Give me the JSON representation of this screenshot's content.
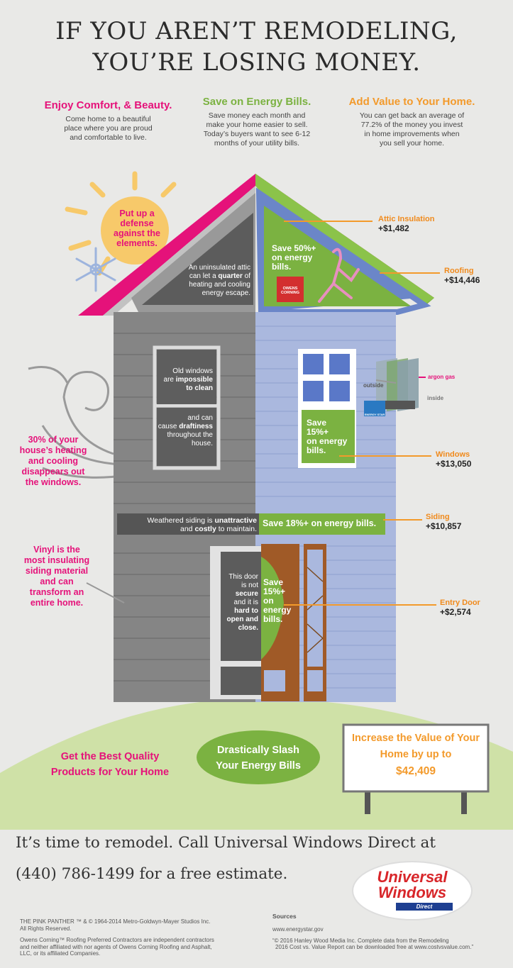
{
  "header": {
    "line1": "IF YOU AREN’T REMODELING,",
    "line2": "YOU’RE LOSING MONEY."
  },
  "columns": [
    {
      "title": "Enjoy Comfort, & Beauty.",
      "text": [
        "Come home to a beautiful",
        "place where you are proud",
        "and comfortable to live."
      ]
    },
    {
      "title": "Save on Energy Bills.",
      "text": [
        "Save money each month and",
        "make your home easier to sell.",
        "Today’s buyers want to see 6-12",
        "months of your utility bills."
      ]
    },
    {
      "title": "Add Value to Your Home.",
      "text": [
        "You can get back an average of",
        "77.2% of the money you invest",
        "in home improvements when",
        "you sell your home."
      ]
    }
  ],
  "sun_text": [
    "Put up a",
    "defense",
    "against the",
    "elements."
  ],
  "attic": {
    "left_text": [
      "An uninsulated attic",
      "can let a",
      "quarter",
      "of",
      "heating and cooling",
      "energy escape."
    ],
    "save_text": [
      "Save 50%+",
      "on energy",
      "bills."
    ],
    "logo_text": [
      "OWENS",
      "CORNING"
    ]
  },
  "labels": {
    "attic_insulation": {
      "name": "Attic Insulation",
      "value": "+$1,482"
    },
    "roofing": {
      "name": "Roofing",
      "value": "+$14,446"
    },
    "windows": {
      "name": "Windows",
      "value": "+$13,050"
    },
    "siding": {
      "name": "Siding",
      "value": "+$10,857"
    },
    "entry_door": {
      "name": "Entry Door",
      "value": "+$2,574"
    }
  },
  "glass": {
    "argon": "argon gas",
    "outside": "outside",
    "inside": "inside",
    "energy_star": "ENERGY STAR"
  },
  "old_windows": {
    "top": [
      "Old windows",
      "are",
      "impossible",
      "to clean"
    ],
    "bottom": [
      "and can",
      "cause",
      "draftiness",
      "throughout the",
      "house."
    ]
  },
  "windows_save": [
    "Save",
    "15%+",
    "on energy",
    "bills."
  ],
  "left_heat": [
    "30% of your",
    "house’s heating",
    "and cooling",
    "disappears out",
    "the windows."
  ],
  "siding_bar": {
    "left": [
      "Weathered siding is",
      "unattractive",
      "and",
      "costly",
      "to maintain."
    ],
    "right": "Save 18%+ on energy bills."
  },
  "vinyl": [
    "Vinyl is the",
    "most insulating",
    "siding material",
    "and can",
    "transform an",
    "entire home."
  ],
  "door": {
    "left": [
      "This door",
      "is not",
      "secure",
      "and it is",
      "hard to",
      "open and",
      "close."
    ],
    "save": [
      "Save",
      "15%+",
      "on",
      "energy",
      "bills."
    ]
  },
  "bottom": {
    "quality": [
      "Get the Best Quality",
      "Products for Your Home"
    ],
    "slash": [
      "Drastically Slash",
      "Your Energy Bills"
    ],
    "sign": [
      "Increase the Value of Your",
      "Home by up to",
      "$42,409"
    ]
  },
  "cta": {
    "line1": "It’s time to remodel. Call Universal Windows Direct at",
    "line2": "(440) 786-1499 for a free estimate."
  },
  "logo": {
    "line1": "Universal",
    "line2": "Windows",
    "line3": "Direct"
  },
  "footer": {
    "pink_panther": [
      "THE PINK PANTHER ™ & © 1964-2014 Metro-Goldwyn-Mayer Studios Inc.",
      "All Rights Reserved."
    ],
    "owens": [
      "Owens Corning™ Roofing Preferred Contractors are independent contractors",
      "and neither affiliated with nor agents of Owens Corning Roofing and Asphalt,",
      "LLC, or its affiliated Companies."
    ],
    "sources_title": "Sources",
    "sources": [
      "www.energystar.gov",
      "“© 2016 Hanley Wood Media Inc. Complete data from the Remodeling",
      "2016 Cost vs. Value Report can be downloaded free at www.costvsvalue.com.”"
    ]
  },
  "colors": {
    "pink": "#e5127a",
    "green": "#7bb241",
    "orange": "#f39a2b",
    "siding_blue": "#aab8de",
    "grey": "#7a7a7a"
  }
}
